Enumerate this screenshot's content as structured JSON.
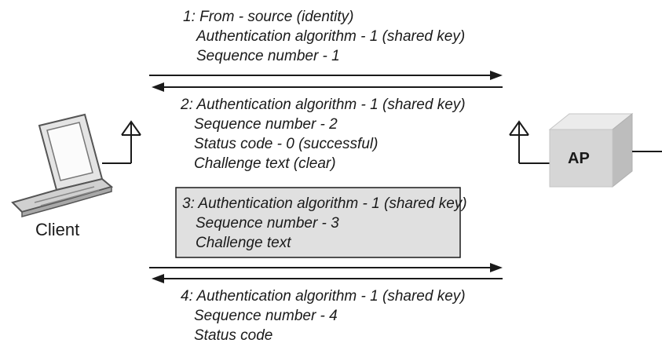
{
  "messages": [
    {
      "id": 1,
      "lines": [
        "1: From - source (identity)",
        "Authentication algorithm - 1 (shared key)",
        "Sequence number - 1"
      ]
    },
    {
      "id": 2,
      "lines": [
        "2: Authentication algorithm - 1 (shared key)",
        "Sequence number - 2",
        "Status code - 0 (successful)",
        "Challenge text (clear)"
      ]
    },
    {
      "id": 3,
      "lines": [
        "3: Authentication algorithm - 1 (shared key)",
        "Sequence number - 3",
        "Challenge text"
      ]
    },
    {
      "id": 4,
      "lines": [
        "4: Authentication algorithm - 1 (shared key)",
        "Sequence number - 4",
        "Status code"
      ]
    }
  ],
  "nodes": {
    "client": {
      "label": "Client"
    },
    "ap": {
      "label": "AP"
    }
  },
  "colors": {
    "line": "#1a1a1a",
    "highlight_box": "#e0e0e0",
    "ap_front": "#d6d6d6",
    "ap_top": "#ebebeb",
    "ap_side": "#bdbdbd"
  }
}
